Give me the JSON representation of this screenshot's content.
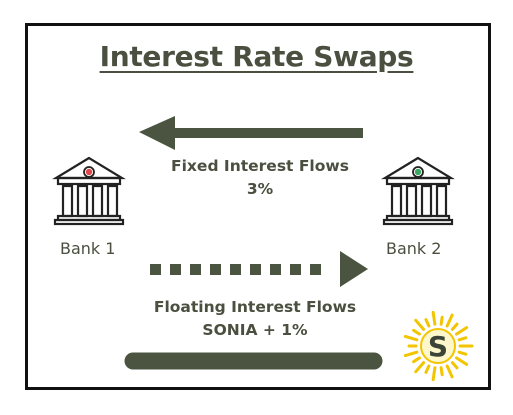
{
  "title": "Interest Rate Swaps",
  "fixed_flow": {
    "label": "Fixed Interest Flows",
    "rate": "3%",
    "direction": "bank2-to-bank1"
  },
  "floating_flow": {
    "label": "Floating Interest Flows",
    "rate": "SONIA + 1%",
    "direction": "bank1-to-bank2"
  },
  "banks": [
    {
      "label": "Bank 1",
      "icon": "bank-building-icon"
    },
    {
      "label": "Bank 2",
      "icon": "bank-building-icon"
    }
  ],
  "logo": {
    "letter": "S",
    "icon": "sun-logo-icon"
  },
  "colors": {
    "arrow": "#4a5440",
    "text": "#4a4f3f",
    "frame": "#111111",
    "logo_ring": "#f2c500",
    "logo_letter": "#3b4436"
  }
}
